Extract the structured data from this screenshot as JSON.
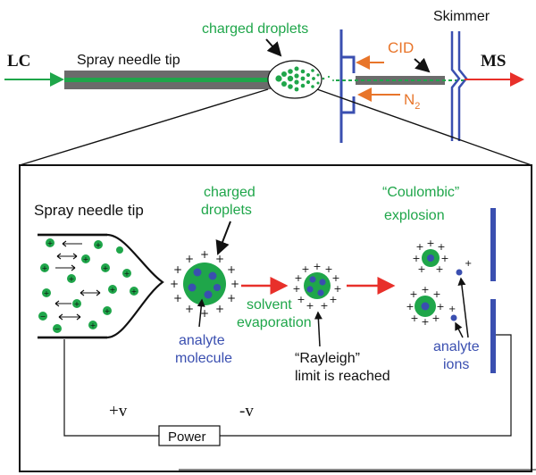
{
  "top": {
    "lc": "LC",
    "ms": "MS",
    "spray_needle_tip": "Spray needle tip",
    "charged_droplets": "charged droplets",
    "skimmer": "Skimmer",
    "cid": "CID",
    "n2": "N",
    "n2_sub": "2"
  },
  "detail": {
    "spray_needle_tip": "Spray needle tip",
    "charged_droplets_1": "charged",
    "charged_droplets_2": "droplets",
    "solvent_1": "solvent",
    "solvent_2": "evaporation",
    "analyte_molecule_1": "analyte",
    "analyte_molecule_2": "molecule",
    "rayleigh_1": "“Rayleigh”",
    "rayleigh_2": "limit is reached",
    "coulombic_1": "“Coulombic”",
    "coulombic_2": "explosion",
    "analyte_ions_1": "analyte",
    "analyte_ions_2": "ions",
    "plus_v": "+v",
    "minus_v": "-v",
    "power": "Power"
  },
  "colors": {
    "green": "#1fa64a",
    "dark_green": "#0b7a2e",
    "blue": "#3a4fb0",
    "red": "#e8302a",
    "orange": "#e8752a",
    "gray": "#6b6b6b",
    "black": "#111111"
  }
}
